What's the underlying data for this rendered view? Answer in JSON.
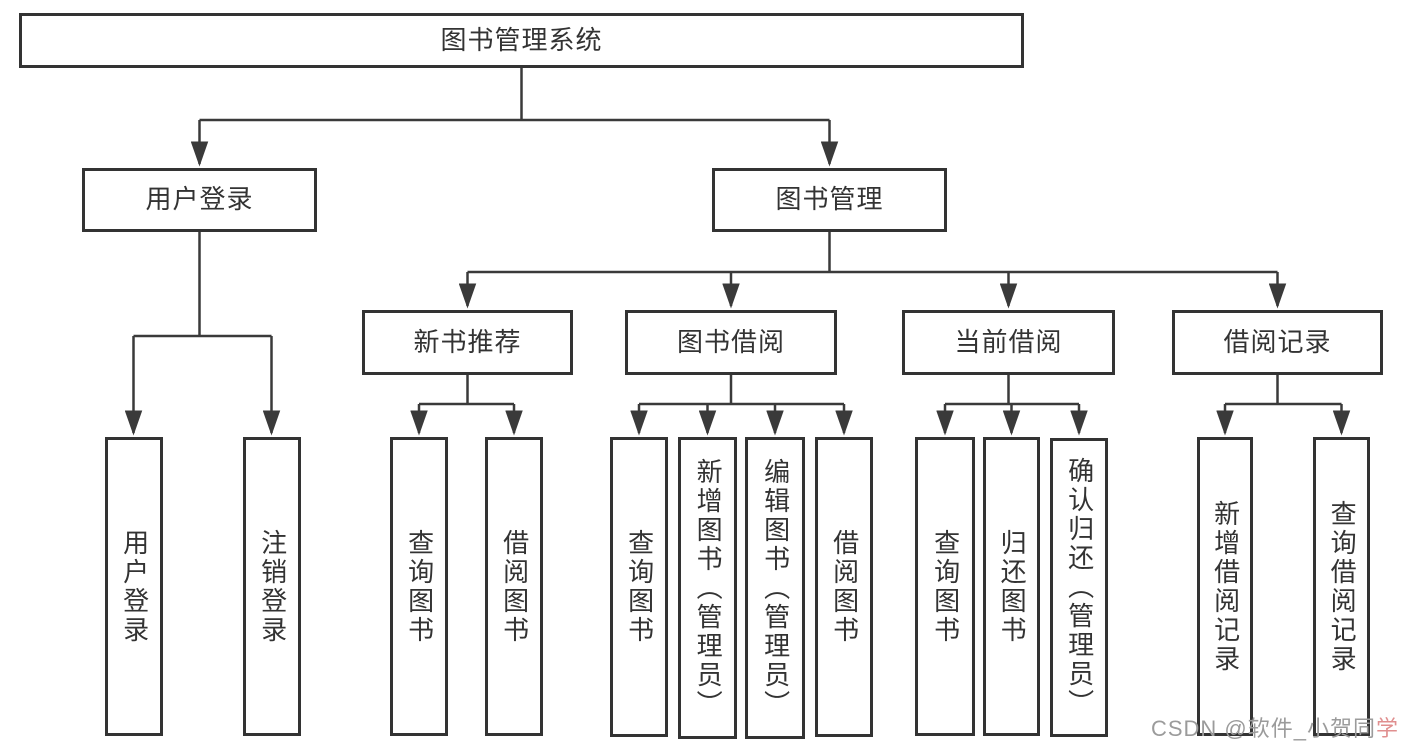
{
  "diagram": {
    "nodes": [
      {
        "id": "root",
        "label": "图书管理系统"
      },
      {
        "id": "user-login",
        "label": "用户登录"
      },
      {
        "id": "book-mgmt",
        "label": "图书管理"
      },
      {
        "id": "new-book-rec",
        "label": "新书推荐"
      },
      {
        "id": "book-borrow",
        "label": "图书借阅"
      },
      {
        "id": "current-borrow",
        "label": "当前借阅"
      },
      {
        "id": "borrow-records",
        "label": "借阅记录"
      },
      {
        "id": "user-login-leaf",
        "label": "用户登录"
      },
      {
        "id": "logout-leaf",
        "label": "注销登录"
      },
      {
        "id": "query-books-1",
        "label": "查询图书"
      },
      {
        "id": "borrow-book-1",
        "label": "借阅图书"
      },
      {
        "id": "query-books-2",
        "label": "查询图书"
      },
      {
        "id": "add-book",
        "label": "新增图书（管理员）"
      },
      {
        "id": "edit-book",
        "label": "编辑图书（管理员）"
      },
      {
        "id": "borrow-book-2",
        "label": "借阅图书"
      },
      {
        "id": "query-books-3",
        "label": "查询图书"
      },
      {
        "id": "return-book",
        "label": "归还图书"
      },
      {
        "id": "confirm-return",
        "label": "确认归还（管理员）"
      },
      {
        "id": "add-borrow-record",
        "label": "新增借阅记录"
      },
      {
        "id": "query-borrow-record",
        "label": "查询借阅记录"
      }
    ]
  },
  "watermark": {
    "main": "CSDN @软件_小贺同",
    "accent": "学"
  },
  "colors": {
    "bg": "#ffffff",
    "border": "#333333",
    "line": "#3a3a3a",
    "text": "#333333",
    "wm-gray": "#9b9b9b",
    "wm-red": "#e08f8f"
  }
}
